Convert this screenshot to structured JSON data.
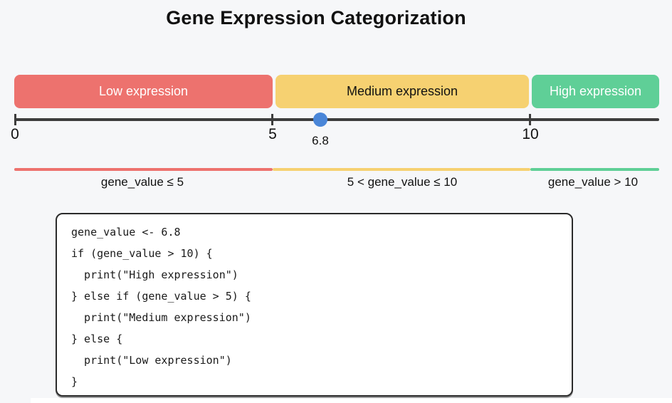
{
  "title": "Gene Expression Categorization",
  "colors": {
    "background": "#f6f7f9",
    "low_band": "#ed726e",
    "medium_band": "#f6d171",
    "high_band": "#5fcf97",
    "marker_dot": "#4a86d8",
    "axis_line": "#3d3d3d",
    "code_border": "#2b2b2b"
  },
  "bands": [
    {
      "label": "Low expression"
    },
    {
      "label": "Medium expression"
    },
    {
      "label": "High expression"
    }
  ],
  "axis": {
    "tick_labels": [
      "0",
      "5",
      "10"
    ],
    "marker_value": "6.8"
  },
  "segments": [
    {
      "label": "gene_value ≤ 5"
    },
    {
      "label": "5 < gene_value ≤ 10"
    },
    {
      "label": "gene_value > 10"
    }
  ],
  "code": {
    "lines": [
      "gene_value <- 6.8",
      "if (gene_value > 10) {",
      "  print(\"High expression\")",
      "} else if (gene_value > 5) {",
      "  print(\"Medium expression\")",
      "} else {",
      "  print(\"Low expression\")",
      "}"
    ]
  }
}
